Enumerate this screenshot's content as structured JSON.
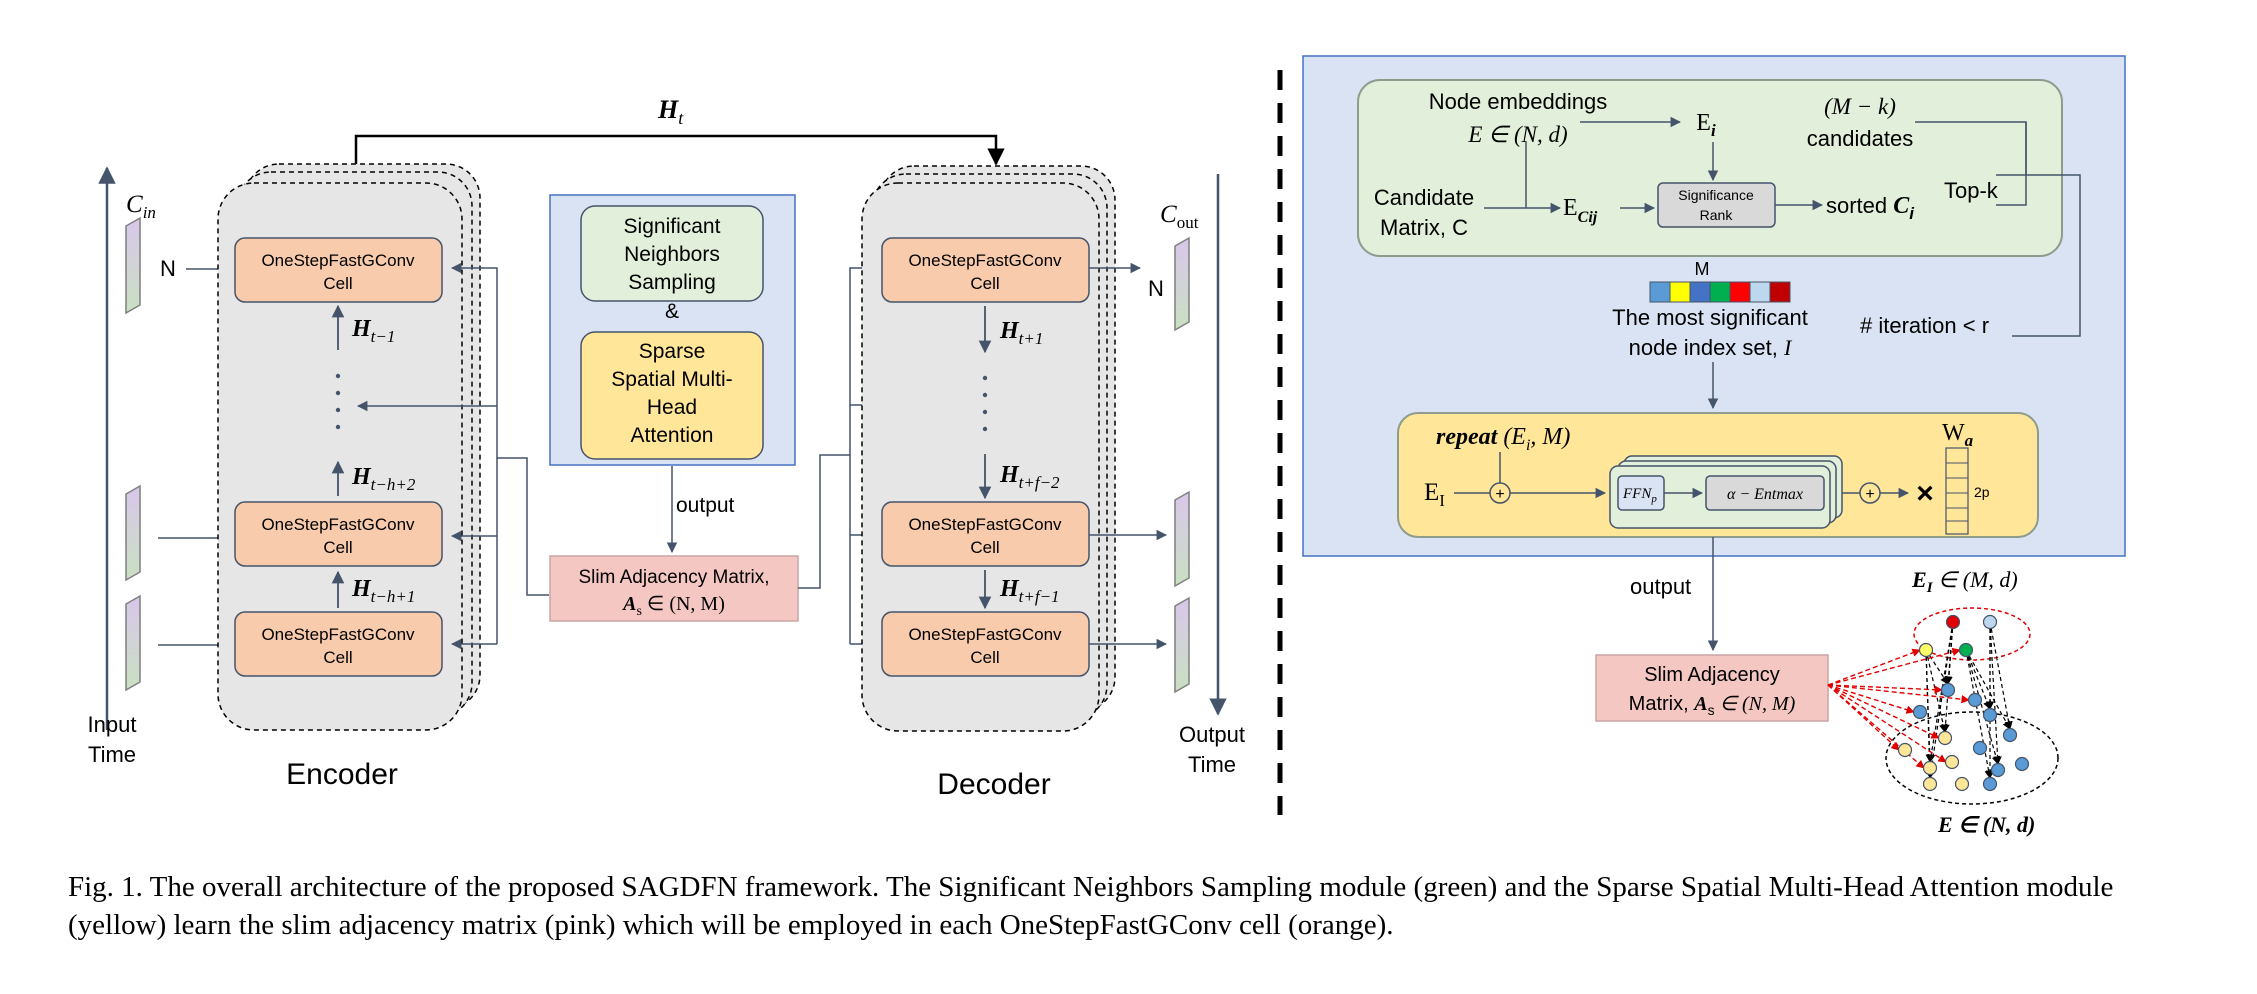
{
  "encoder": {
    "cell_line1": "OneStepFastGConv",
    "cell_line2": "Cell",
    "h_top_base": "H",
    "h_top_sub": "t−1",
    "h_mid_sub": "t−h+2",
    "h_low_sub": "t−h+1",
    "label": "Encoder",
    "input_axis_symbol": "C",
    "input_axis_sub": "in",
    "input_n": "N",
    "input_time_line1": "Input",
    "input_time_line2": "Time"
  },
  "decoder": {
    "h_top_sub": "t+1",
    "h_mid_sub": "t+f−2",
    "h_low_sub": "t+f−1",
    "label": "Decoder",
    "output_axis_symbol": "C",
    "output_axis_sub": "out",
    "output_n": "N",
    "output_time_line1": "Output",
    "output_time_line2": "Time"
  },
  "ht": {
    "base": "H",
    "sub": "t"
  },
  "middle": {
    "sns_lines": [
      "Significant",
      "Neighbors",
      "Sampling"
    ],
    "amp": "&",
    "sspmha_lines": [
      "Sparse",
      "Spatial Multi-",
      "Head",
      "Attention"
    ],
    "output": "output",
    "slim_line1": "Slim Adjacency Matrix,",
    "slim_line2_sym": "A",
    "slim_line2_sub": "s",
    "slim_line2_rest": " ∈ (N, M)"
  },
  "right": {
    "node_embeddings": "Node embeddings",
    "e_in": "E ∈ (N, d)",
    "ei_base": "E",
    "ei_sub": "i",
    "m_k": "(M − k)",
    "candidates": "candidates",
    "candidate_line1": "Candidate",
    "candidate_line2": "Matrix, C",
    "ecij_base": "E",
    "ecij_sub": "Cij",
    "sig_rank_line1": "Significance",
    "sig_rank_line2": "Rank",
    "sorted": "sorted ",
    "sorted_sym": "C",
    "sorted_sub": "i",
    "topk": "Top-k",
    "m_label": "M",
    "most_sig_line1": "The most significant",
    "most_sig_line2": "node index set, ",
    "most_sig_sym": "I",
    "iteration": "# iteration < r",
    "repeat_bold": "repeat",
    "repeat_args": " (E",
    "repeat_args_sub": "i",
    "repeat_args_end": ", M)",
    "ei_input_base": "E",
    "ei_input_sub": "I",
    "ffn_base": "FFN",
    "ffn_sub": "p",
    "entmax": "α − Entmax",
    "wa_base": "W",
    "wa_sub": "a",
    "two_p": "2p",
    "output": "output",
    "slim_line1": "Slim Adjacency",
    "slim_line2": "Matrix, ",
    "slim_sym": "A",
    "slim_sub": "s",
    "slim_rest": " ∈ (N, M)",
    "ei_dim_base": "E",
    "ei_dim_sub": "I",
    "ei_dim_rest": " ∈ (M, d)",
    "e_dim": "E ∈ (N, d)"
  },
  "caption": "Fig. 1.  The overall architecture of the proposed SAGDFN framework. The Significant Neighbors Sampling module (green) and the Sparse Spatial Multi-Head Attention module (yellow) learn the slim adjacency matrix (pink) which will be employed in each OneStepFastGConv cell (orange).",
  "colors": {
    "cell_orange": "#f8cbad",
    "panel_gray": "#e7e6e6",
    "module_blue": "#dae3f3",
    "module_green": "#e2efda",
    "module_yellow": "#ffe699",
    "slim_pink": "#f4c7c3",
    "line_blue": "#44546a",
    "rank_gray": "#d9d9d9"
  },
  "palette_cells": [
    "#5b9bd5",
    "#ffff00",
    "#4472c4",
    "#00b050",
    "#ff0000",
    "#bdd7ee",
    "#c00000"
  ]
}
